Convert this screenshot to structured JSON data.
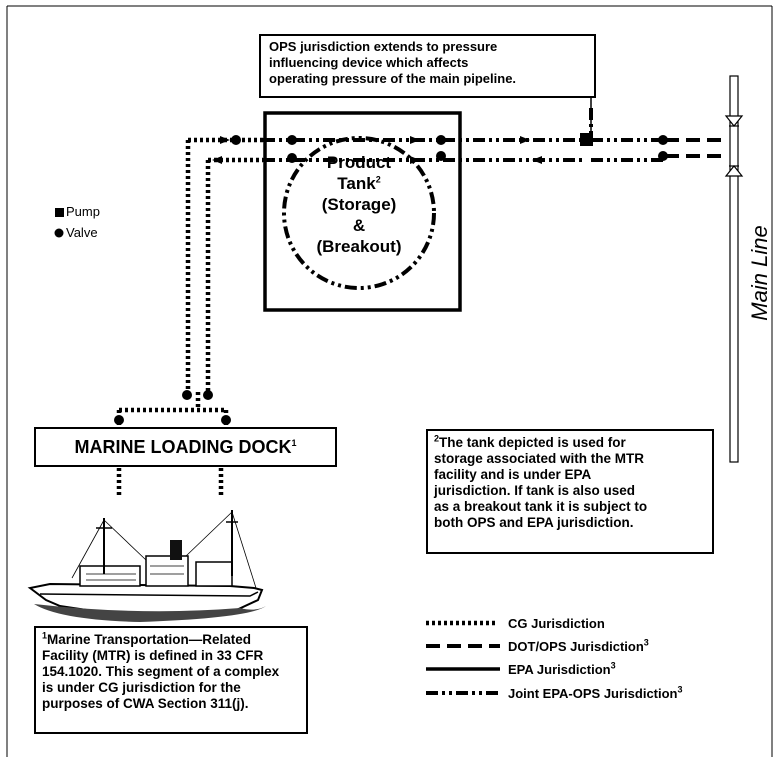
{
  "ops_note": {
    "lines": [
      "OPS jurisdiction extends to pressure",
      "influencing device which affects",
      "operating pressure of the main pipeline."
    ]
  },
  "tank": {
    "line1": "Product",
    "line2": "Tank",
    "sup": "2",
    "line3": "(Storage)",
    "line4": "&",
    "line5": "(Breakout)"
  },
  "key": {
    "pump": "Pump",
    "valve": "Valve"
  },
  "main_line": "Main Line",
  "dock": {
    "label": "MARINE LOADING DOCK",
    "sup": "1"
  },
  "tank_note": {
    "sup": "2",
    "lines": [
      "The tank depicted is used for",
      "storage associated with the MTR",
      "facility and is under EPA",
      "jurisdiction. If tank is also used",
      "as a breakout tank it is subject to",
      "both OPS and EPA jurisdiction."
    ]
  },
  "mtr_note": {
    "sup": "1",
    "lines": [
      "Marine Transportation—Related",
      "Facility (MTR) is defined in 33 CFR",
      "154.1020. This segment of a complex",
      "is under CG jurisdiction for the",
      "purposes of CWA Section 311(j)."
    ]
  },
  "legend": [
    {
      "label": "CG Jurisdiction",
      "sup": "",
      "style": "dotted"
    },
    {
      "label": "DOT/OPS Jurisdiction",
      "sup": "3",
      "style": "dashed"
    },
    {
      "label": "EPA Jurisdiction",
      "sup": "3",
      "style": "solid"
    },
    {
      "label": "Joint EPA-OPS Jurisdiction",
      "sup": "3",
      "style": "dash-dot-dot"
    }
  ]
}
